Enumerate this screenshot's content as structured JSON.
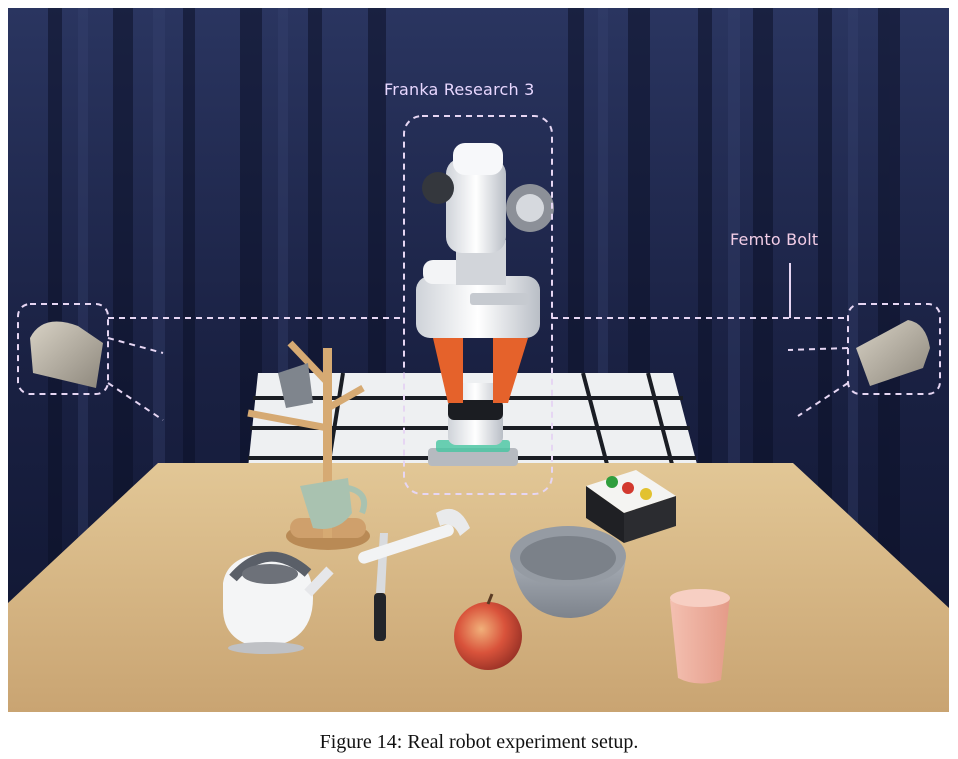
{
  "figure": {
    "caption": "Figure 14: Real robot experiment setup.",
    "annotations": {
      "robot_label": "Franka Research 3",
      "camera_label": "Femto Bolt"
    },
    "colors": {
      "curtain": "#1d2547",
      "table": "#d8b987",
      "annotation_box": "#e6d6f3",
      "gripper_accent": "#e5622b"
    },
    "objects": [
      "mug-tree-icon",
      "mug-icon",
      "kettle-icon",
      "knife-icon",
      "hammer-icon",
      "bowl-icon",
      "apple-icon",
      "cup-icon",
      "button-box-icon",
      "robot-arm-icon",
      "camera-icon"
    ]
  }
}
